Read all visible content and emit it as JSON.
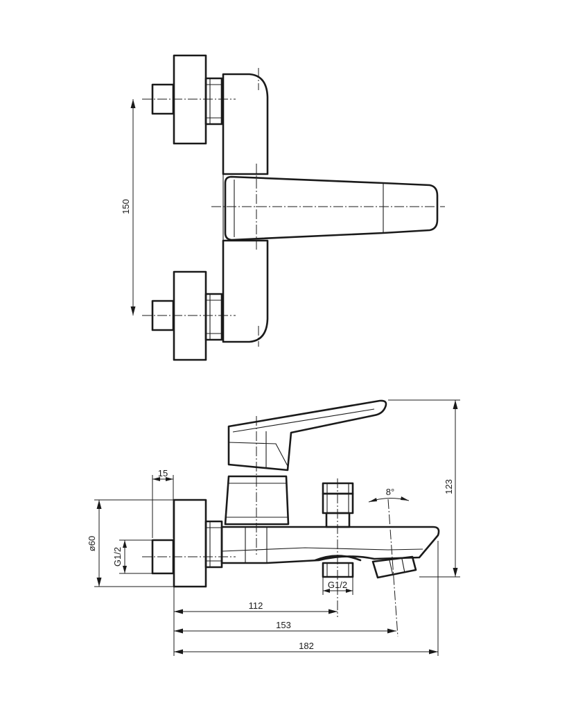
{
  "drawing": {
    "type": "technical-drawing",
    "subject": "wall-mounted bath mixer",
    "line_color": "#1a1a1a",
    "background": "#ffffff",
    "views": [
      "top",
      "side"
    ]
  },
  "dimensions": {
    "inlet_spacing": "150",
    "eccentric_offset": "15",
    "flange_diameter": "ø60",
    "inlet_thread": "G1/2",
    "shower_outlet_thread": "G1/2",
    "spout_angle": "8°",
    "height": "123",
    "depth_to_shower_outlet": "112",
    "depth_to_spout_outlet": "153",
    "overall_depth": "182"
  }
}
